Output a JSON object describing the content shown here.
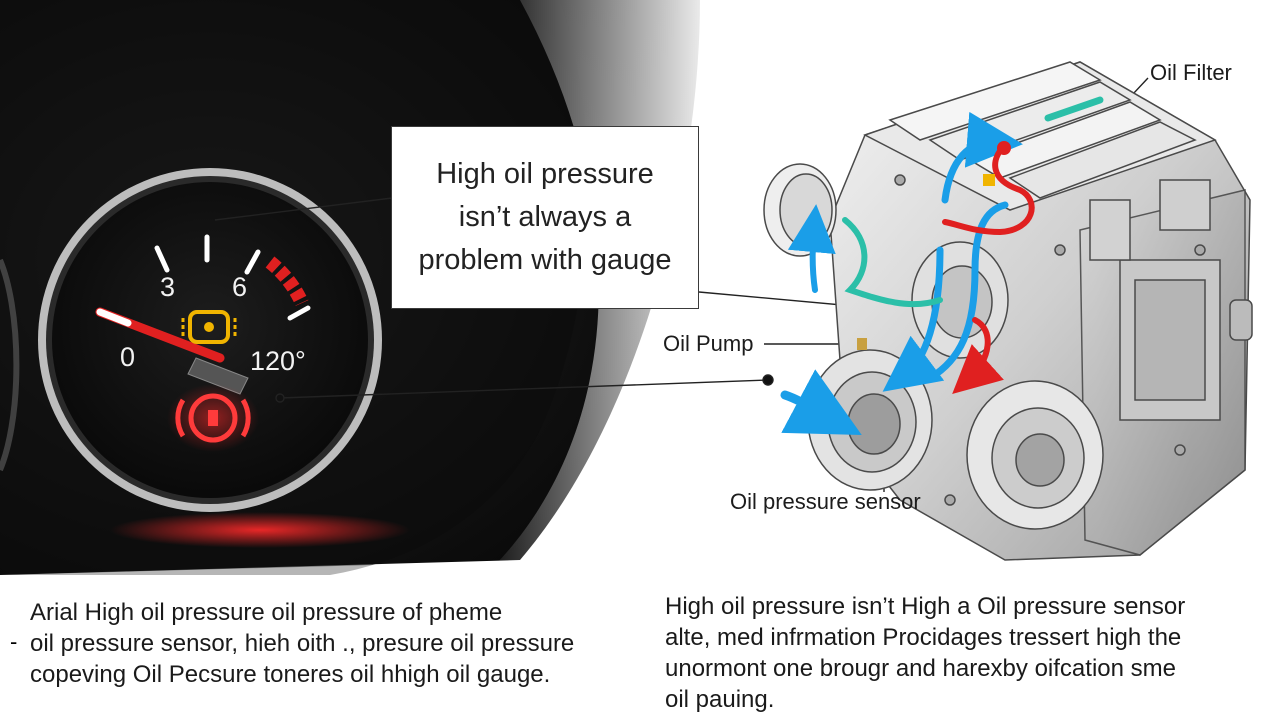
{
  "callout": {
    "lines": [
      "High oil pressure",
      "isn’t always a",
      "problem with gauge"
    ]
  },
  "gauge": {
    "ticks": [
      "0",
      "3",
      "6",
      "120°"
    ]
  },
  "labels": {
    "oil_filter": "Oil Filter",
    "oil_pump": "Oil Pump",
    "oil_pressure_sensor": "Oil pressure sensor"
  },
  "caption_left": {
    "marker": "-",
    "lines": [
      "Arial High oil pressure oil pressure of pheme",
      "oil pressure sensor, hieh oith ., presure oil pressure",
      "copeving  Oil Pecsure toneres oil hhigh oil gauge."
    ]
  },
  "caption_right": {
    "lines": [
      "High oil pressure isn’t High a Oil pressure sensor",
      "alte, med infrmation Procidages tressert high the",
      "unormont one brougr and harexby oifcation sme",
      "oil pauing."
    ]
  },
  "colors": {
    "accent_red": "#e02020",
    "flow_blue": "#1a9ee8",
    "flow_teal": "#2bbfa8",
    "warning_amber": "#f0b400",
    "dash_dark": "#141414"
  }
}
